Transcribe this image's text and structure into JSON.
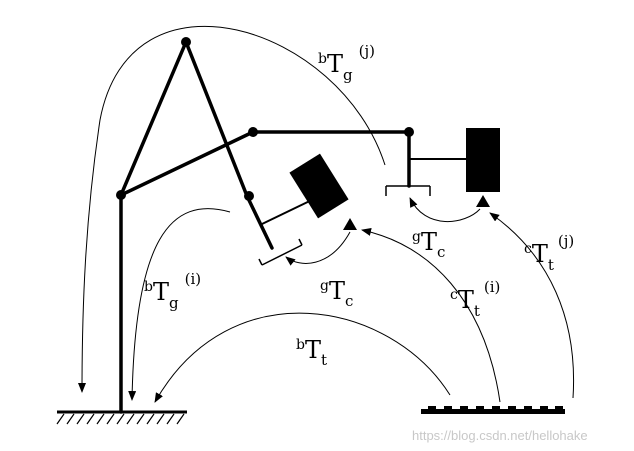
{
  "labels": {
    "bTg_j": {
      "pre": "b",
      "main": "T",
      "sub": "g",
      "sup": "(j)"
    },
    "bTg_i": {
      "pre": "b",
      "main": "T",
      "sub": "g",
      "sup": "(i)"
    },
    "gTc_upper": {
      "pre": "g",
      "main": "T",
      "sub": "c",
      "sup": ""
    },
    "gTc_lower": {
      "pre": "g",
      "main": "T",
      "sub": "c",
      "sup": ""
    },
    "cTt_j": {
      "pre": "c",
      "main": "T",
      "sub": "t",
      "sup": "(j)"
    },
    "cTt_i": {
      "pre": "c",
      "main": "T",
      "sub": "t",
      "sup": "(i)"
    },
    "bTt": {
      "pre": "b",
      "main": "T",
      "sub": "t",
      "sup": ""
    }
  },
  "watermark": "https://blog.csdn.net/hellohake"
}
